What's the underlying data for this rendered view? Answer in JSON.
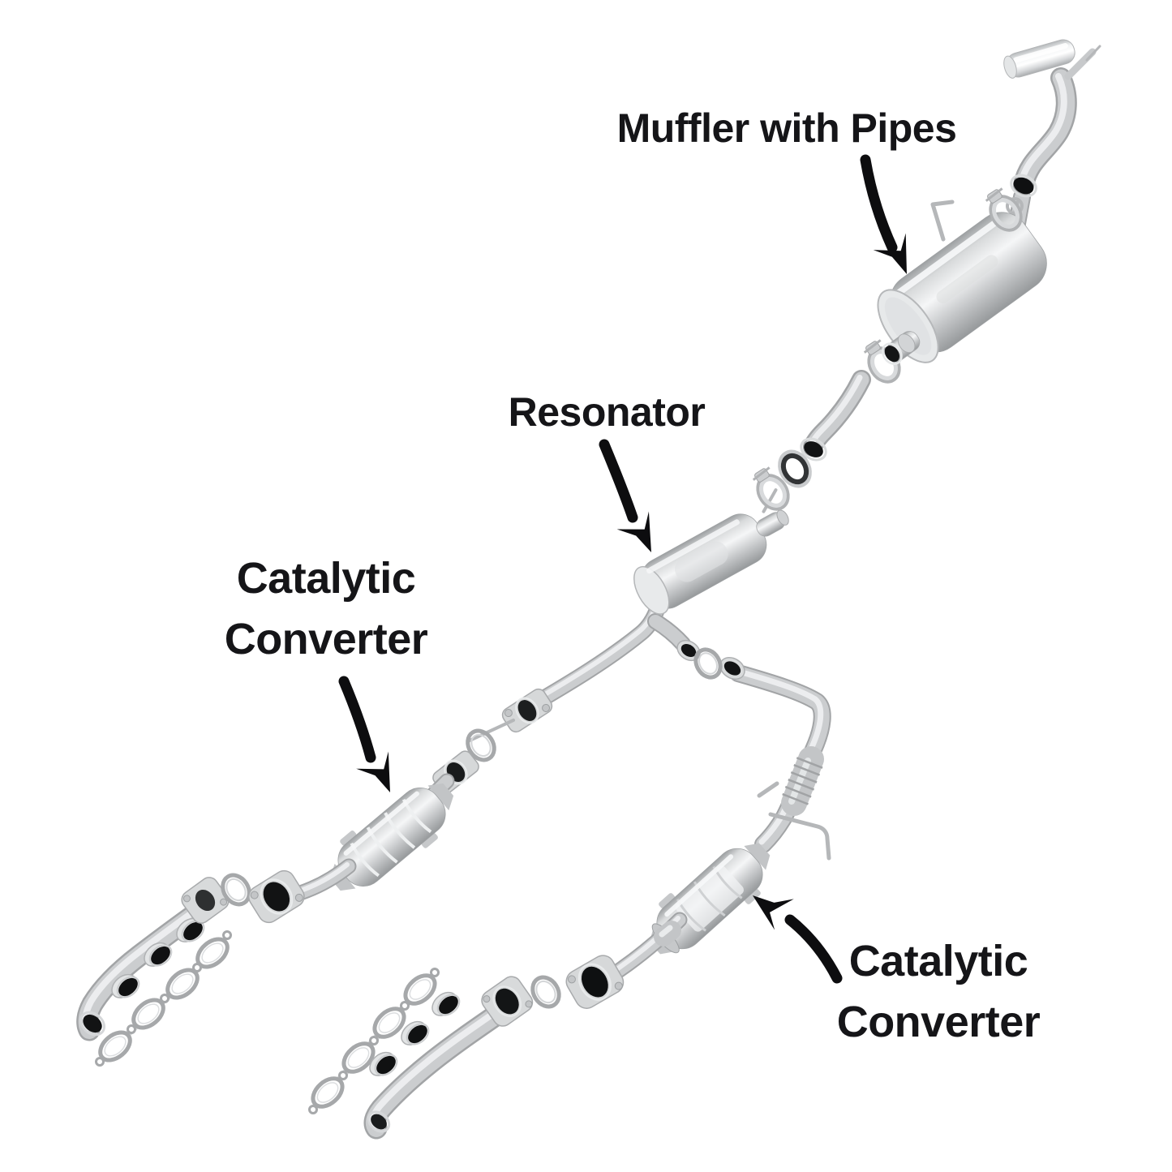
{
  "page": {
    "background": "#ffffff",
    "text_color": "#151518",
    "arrow_color": "#0d0d0f",
    "metal_color": "#cbcdcf",
    "opening_color": "#121314"
  },
  "labels": {
    "muffler": "Muffler with Pipes",
    "resonator": "Resonator",
    "catalytic_left": {
      "line1": "Catalytic",
      "line2": "Converter"
    },
    "catalytic_right": {
      "line1": "Catalytic",
      "line2": "Converter"
    }
  },
  "parts_depicted": [
    "tailpipe-with-tip",
    "muffler-with-pipes",
    "intermediate-pipe",
    "resonator",
    "y-pipe",
    "catalytic-converter-left",
    "catalytic-converter-right",
    "flex-pipe",
    "exhaust-manifold-left",
    "exhaust-manifold-right",
    "manifold-gasket-left",
    "manifold-gasket-right",
    "pipe-gaskets",
    "band-clamps"
  ]
}
